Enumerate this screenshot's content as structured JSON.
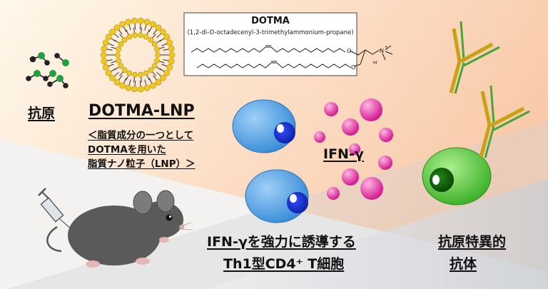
{
  "colors": {
    "background_warm": "#fbd9b0",
    "background_pale": "#fff7ea",
    "wedge_gray": "#d9dce0",
    "cell_blue": "#5aa3e0",
    "cell_green": "#3fbf2a",
    "cytokine_pink": "#e0359f",
    "antibody_gold": "#c8a214",
    "antibody_green": "#49a43a",
    "liposome_head": "#f2c81f",
    "mouse_gray": "#5a5a5a"
  },
  "icons": [
    "antigen-molecules-icon",
    "lipid-nanoparticle-icon",
    "dotma-structure-icon",
    "blue-t-cell-icon",
    "ifn-gamma-droplet-icon",
    "green-b-cell-icon",
    "antibody-icon",
    "mouse-icon",
    "syringe-icon"
  ],
  "structure": {
    "name": "DOTMA",
    "iupac": "(1,2-di-O-octadecenyl-3-trimethylammonium-propane)"
  },
  "labels": {
    "antigen": "抗原",
    "lnp": "DOTMA-LNP",
    "lnp_note_1": "＜脂質成分の一つとして",
    "lnp_note_2": "DOTMAを用いた",
    "lnp_note_3": "脂質ナノ粒子（LNP）＞",
    "ifn": "IFN-γ",
    "th1_line1": "IFN-γを強力に誘導する",
    "th1_line2": "Th1型CD4⁺ T細胞",
    "antibody_line1": "抗原特異的",
    "antibody_line2": "抗体"
  }
}
